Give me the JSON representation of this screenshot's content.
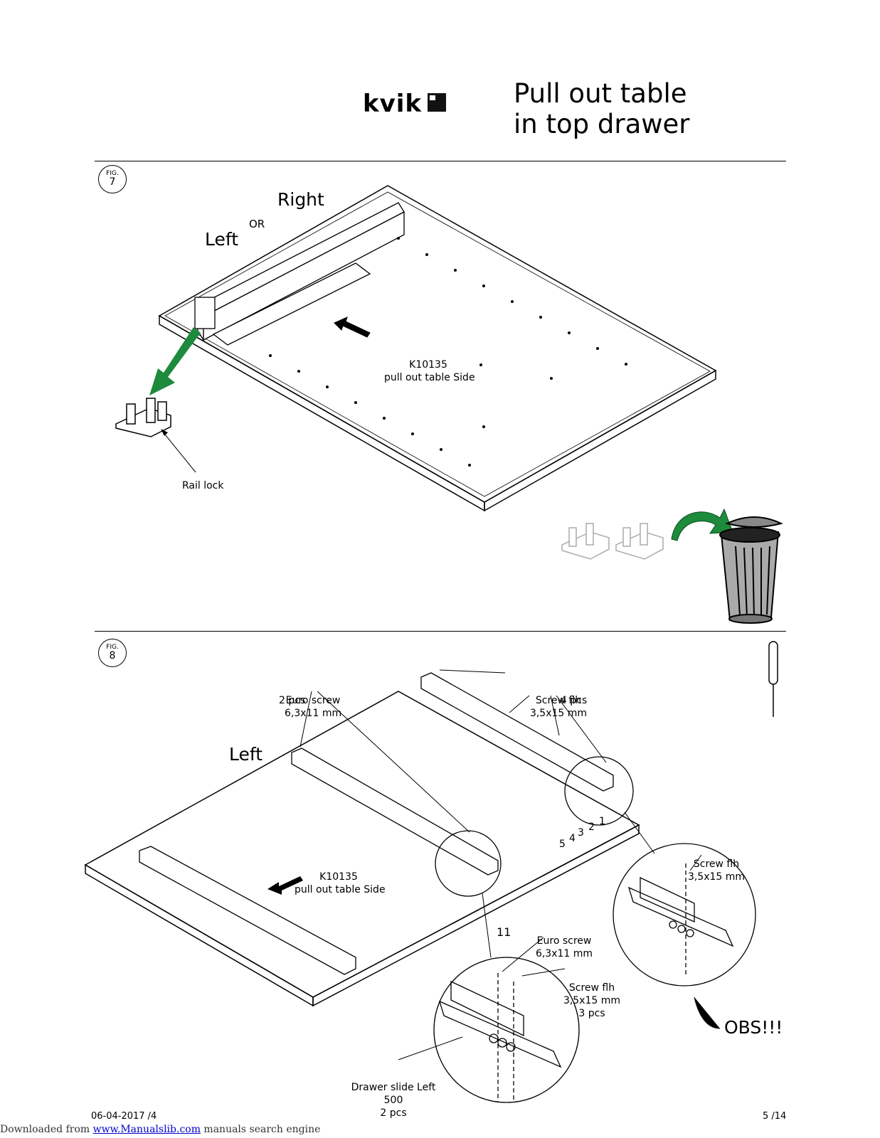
{
  "header": {
    "logo_text": "kvik",
    "title_line1": "Pull out table",
    "title_line2": "in top drawer"
  },
  "fig7": {
    "fig_label": "FIG.",
    "fig_number": "7",
    "right": "Right",
    "or": "OR",
    "left": "Left",
    "part_code": "K10135",
    "part_name": "pull out table Side",
    "rail_lock": "Rail lock"
  },
  "fig8": {
    "fig_label": "FIG.",
    "fig_number": "8",
    "left": "Left",
    "euro_screw": "Euro screw",
    "euro_size": "6,3x11 mm",
    "euro_qty": "2 pcs",
    "screw_flh": "Screw flh",
    "screw_size": "3,5x15 mm",
    "screw_qty": "4 pcs",
    "part_code": "K10135",
    "part_name": "pull out table Side",
    "num1": "1",
    "num2": "2",
    "num3": "3",
    "num4": "4",
    "num5": "5",
    "num11": "11",
    "detail_screw_flh": "Screw flh",
    "detail_screw_size": "3,5x15 mm",
    "detail_euro": "Euro screw",
    "detail_euro_size": "6,3x11 mm",
    "detail_screw_flh2": "Screw flh",
    "detail_screw_size2": "3,5x15 mm",
    "detail_screw_qty2": "3 pcs",
    "drawer_slide": "Drawer slide Left",
    "drawer_len": "500",
    "drawer_qty": "2 pcs",
    "obs": "OBS!!!"
  },
  "footer": {
    "date": "06-04-2017 /4",
    "page": "5  /14",
    "downloaded": "Downloaded from",
    "link": "www.Manualslib.com",
    "tagline": " manuals search engine"
  },
  "colors": {
    "arrow_green": "#1e8a3c"
  }
}
